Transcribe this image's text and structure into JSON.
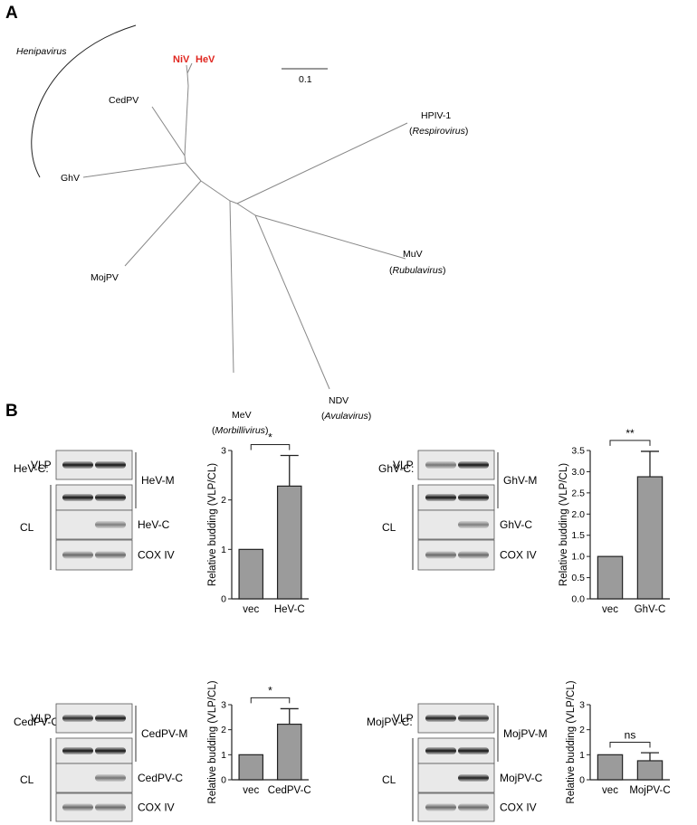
{
  "panels": {
    "a": "A",
    "b": "B"
  },
  "tree": {
    "clade_label": "Henipavirus",
    "scale_label": "0.1",
    "taxa": {
      "niv": "NiV",
      "hev": "HeV",
      "cedpv": "CedPV",
      "ghv": "GhV",
      "mojpv": "MojPV",
      "hpiv1": "HPIV-1",
      "hpiv1_genus": "Respirovirus",
      "muv": "MuV",
      "muv_genus": "Rubulavirus",
      "ndv": "NDV",
      "ndv_genus": "Avulavirus",
      "mev": "MeV",
      "mev_genus": "Morbillivirus"
    },
    "highlight_color": "#e0261f"
  },
  "blots": [
    {
      "condition": "HeV-C:",
      "minus": "-",
      "plus": "+",
      "vlp": "VLP",
      "cl": "CL",
      "m_label": "HeV-M",
      "c_label": "HeV-C",
      "cox": "COX IV"
    },
    {
      "condition": "GhV-C:",
      "minus": "-",
      "plus": "+",
      "vlp": "VLP",
      "cl": "CL",
      "m_label": "GhV-M",
      "c_label": "GhV-C",
      "cox": "COX IV"
    },
    {
      "condition": "CedPV-C:",
      "minus": "-",
      "plus": "+",
      "vlp": "VLP",
      "cl": "CL",
      "m_label": "CedPV-M",
      "c_label": "CedPV-C",
      "cox": "COX IV"
    },
    {
      "condition": "MojPV-C:",
      "minus": "-",
      "plus": "+",
      "vlp": "VLP",
      "cl": "CL",
      "m_label": "MojPV-M",
      "c_label": "MojPV-C",
      "cox": "COX IV"
    }
  ],
  "chart_data": [
    {
      "type": "bar",
      "categories": [
        "vec",
        "HeV-C"
      ],
      "values": [
        1.0,
        2.28
      ],
      "errors": [
        0,
        0.62
      ],
      "ylabel": "Relative budding (VLP/CL)",
      "ylim": [
        0,
        3
      ],
      "yticks": [
        "0",
        "1",
        "2",
        "3"
      ],
      "significance": "*"
    },
    {
      "type": "bar",
      "categories": [
        "vec",
        "GhV-C"
      ],
      "values": [
        1.0,
        2.88
      ],
      "errors": [
        0,
        0.6
      ],
      "ylabel": "Relative budding (VLP/CL)",
      "ylim": [
        0,
        3.5
      ],
      "yticks": [
        "0.0",
        "0.5",
        "1.0",
        "1.5",
        "2.0",
        "2.5",
        "3.0",
        "3.5"
      ],
      "significance": "**"
    },
    {
      "type": "bar",
      "categories": [
        "vec",
        "CedPV-C"
      ],
      "values": [
        1.0,
        2.22
      ],
      "errors": [
        0,
        0.62
      ],
      "ylabel": "Relative budding (VLP/CL)",
      "ylim": [
        0,
        3
      ],
      "yticks": [
        "0",
        "1",
        "2",
        "3"
      ],
      "significance": "*"
    },
    {
      "type": "bar",
      "categories": [
        "vec",
        "MojPV-C"
      ],
      "values": [
        1.0,
        0.76
      ],
      "errors": [
        0,
        0.32
      ],
      "ylabel": "Relative budding (VLP/CL)",
      "ylim": [
        0,
        3
      ],
      "yticks": [
        "0",
        "1",
        "2",
        "3"
      ],
      "significance": "ns"
    }
  ]
}
